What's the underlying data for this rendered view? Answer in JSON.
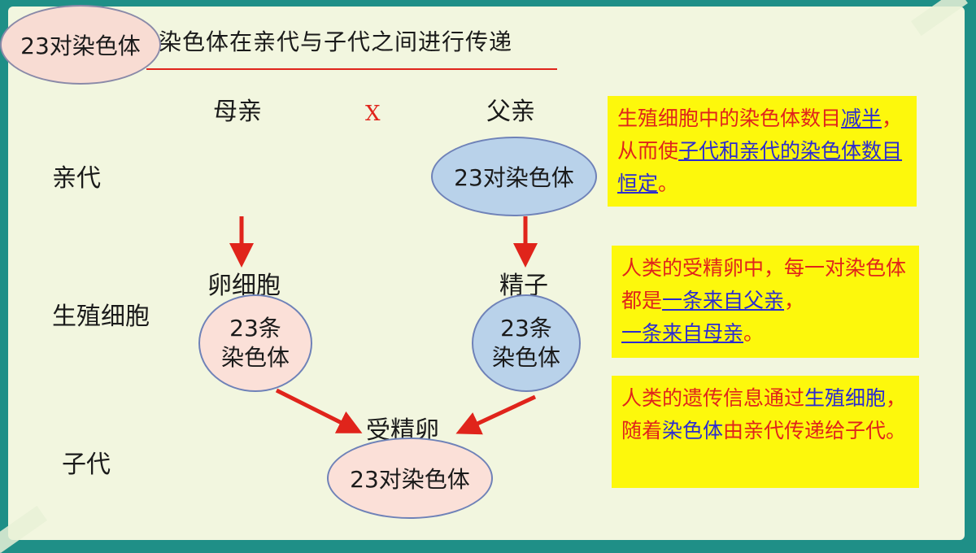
{
  "title": {
    "oval_text": "23对染色体",
    "text": "染色体在亲代与子代之间进行传递"
  },
  "parents": {
    "mother_label": "母亲",
    "cross": "X",
    "father_label": "父亲",
    "father_oval": "23对染色体"
  },
  "rows": {
    "parent_gen": "亲代",
    "germ_cells": "生殖细胞",
    "offspring": "子代"
  },
  "cells": {
    "egg_label": "卵细胞",
    "egg_line1": "23条",
    "egg_line2": "染色体",
    "sperm_label": "精子",
    "sperm_line1": "23条",
    "sperm_line2": "染色体",
    "zygote_label": "受精卵",
    "zygote_oval": "23对染色体"
  },
  "notes": {
    "note1": {
      "a": "生殖细胞中的染色体数目",
      "b": "减半",
      "c": "，从而使",
      "d": "子代和亲代的染色体数目恒定",
      "e": "。"
    },
    "note2": {
      "a": "人类的受精卵中，每一对染色体都是",
      "b": "一条来自父亲",
      "c": "，",
      "d": "一条来自母亲",
      "e": "。"
    },
    "note3": {
      "a": "人类的遗传信息通过",
      "b": "生殖细胞",
      "c": "，随着",
      "d": "染色体",
      "e": "由亲代传递给子代。"
    }
  },
  "colors": {
    "background": "#1f8f87",
    "board": "#f2f6df",
    "arrow": "#e0241b",
    "note_bg": "#fdf80c",
    "pink_oval": "#fbe0d8",
    "blue_oval": "#b9d2ea"
  }
}
